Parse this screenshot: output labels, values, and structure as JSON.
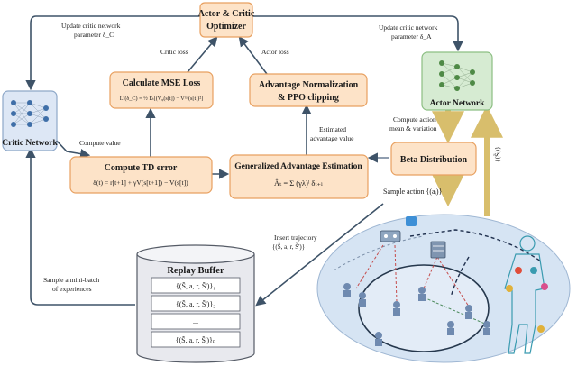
{
  "optimizer": {
    "line1": "Actor & Critic",
    "line2": "Optimizer"
  },
  "critic_network": {
    "label": "Critic Network"
  },
  "actor_network": {
    "label": "Actor Network"
  },
  "mse_box": {
    "title": "Calculate MSE Loss",
    "formula": "Lᵛ(δ_C) = ½ Eₜ[(Vᵩ(s[t]) − Vᵗᵃʳ(s[t])²]"
  },
  "adv_norm_box": {
    "line1": "Advantage Normalization",
    "line2": "& PPO clipping"
  },
  "td_box": {
    "title": "Compute TD error",
    "formula": "δ(t) = r[t+1] + γV(s[t+1]) − V(s[t])"
  },
  "gae_box": {
    "title": "Generalized Advantage Estimation",
    "formula": "Âₜ = Σ (γλ)ˡ δₜ₊ₗ"
  },
  "beta_box": {
    "title": "Beta Distribution"
  },
  "replay_buffer": {
    "title": "Replay Buffer",
    "rows": [
      "{(S̃, a, r, S̃')}₁",
      "{(S̃, a, r, S̃')}₂",
      "...",
      "{(S̃, a, r, S̃')}ₙ"
    ]
  },
  "annotations": {
    "update_critic_1": "Update critic network",
    "update_critic_2": "parameter δ_C",
    "update_actor_1": "Update critic network",
    "update_actor_2": "parameter δ_A",
    "critic_loss": "Critic loss",
    "actor_loss": "Actor loss",
    "compute_value": "Compute value",
    "estimated_adv_1": "Estimated",
    "estimated_adv_2": "advantage value",
    "compute_action_1": "Compute action",
    "compute_action_2": "mean & variation",
    "sample_action": "Sample action {(aᵢ)}",
    "s_tilde": "{(S̃ᵢ)}",
    "insert_traj_1": "Insert trajectory",
    "insert_traj_2": "{(S̃, a, r, S̃')}",
    "sample_minibatch_1": "Sample a mini-batch",
    "sample_minibatch_2": "of experiences"
  },
  "colors": {
    "orange_fill": "#fde3c8",
    "orange_stroke": "#e8a060",
    "blue_fill": "#dde7f5",
    "green_fill": "#d6ebd2",
    "environment": "#d6e4f3",
    "arrow": "#3e5368",
    "yellow_arrow": "#d8be6c"
  }
}
